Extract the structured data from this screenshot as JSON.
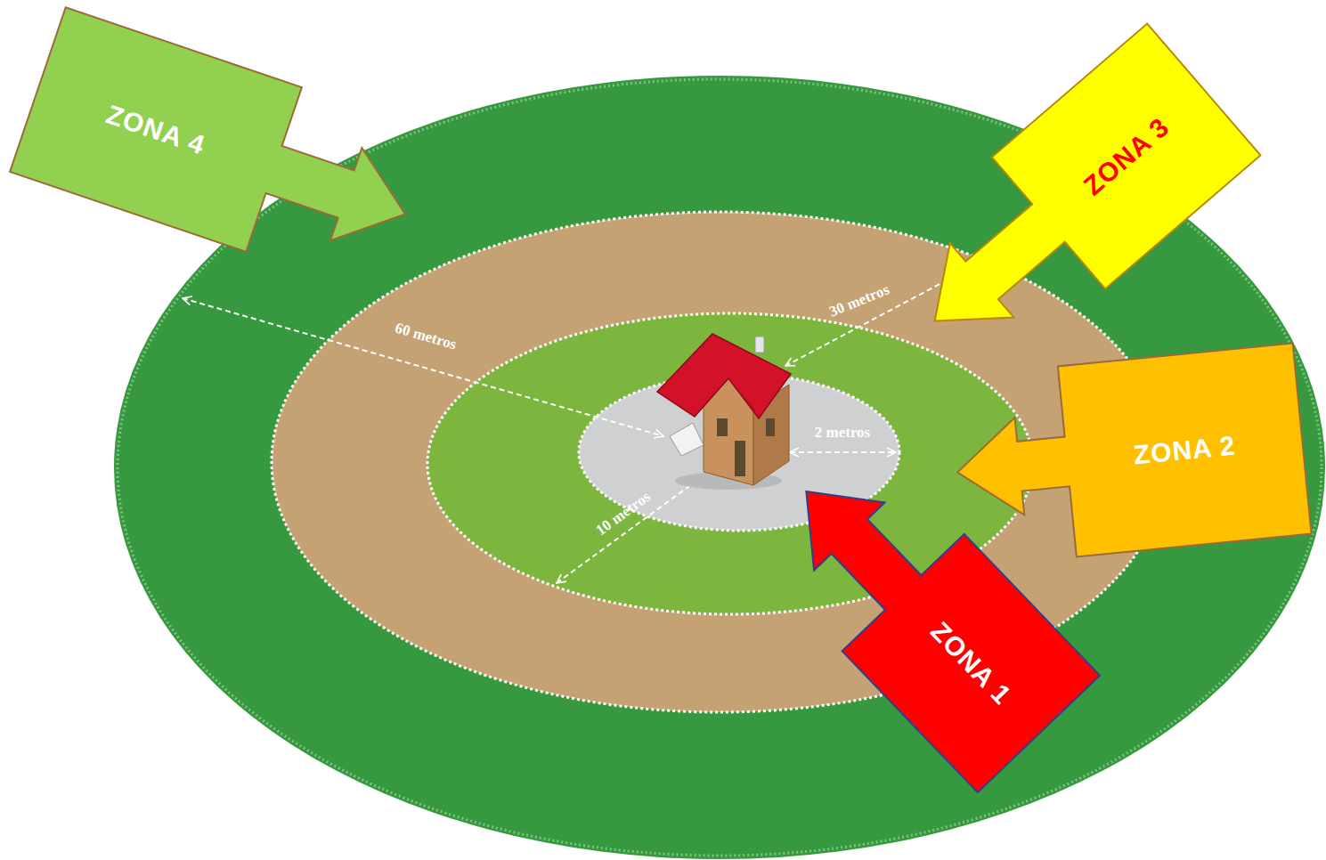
{
  "diagram": {
    "nodes": [
      {
        "text": [
          "ZONA 4"
        ]
      },
      {
        "text": [
          "ZONA 3"
        ]
      },
      {
        "text": [
          "ZONA 2"
        ]
      },
      {
        "text": [
          "ZONA 1"
        ]
      }
    ],
    "labels": [
      "60 metros",
      "30 metros",
      "2 metros",
      "10 metros"
    ]
  }
}
